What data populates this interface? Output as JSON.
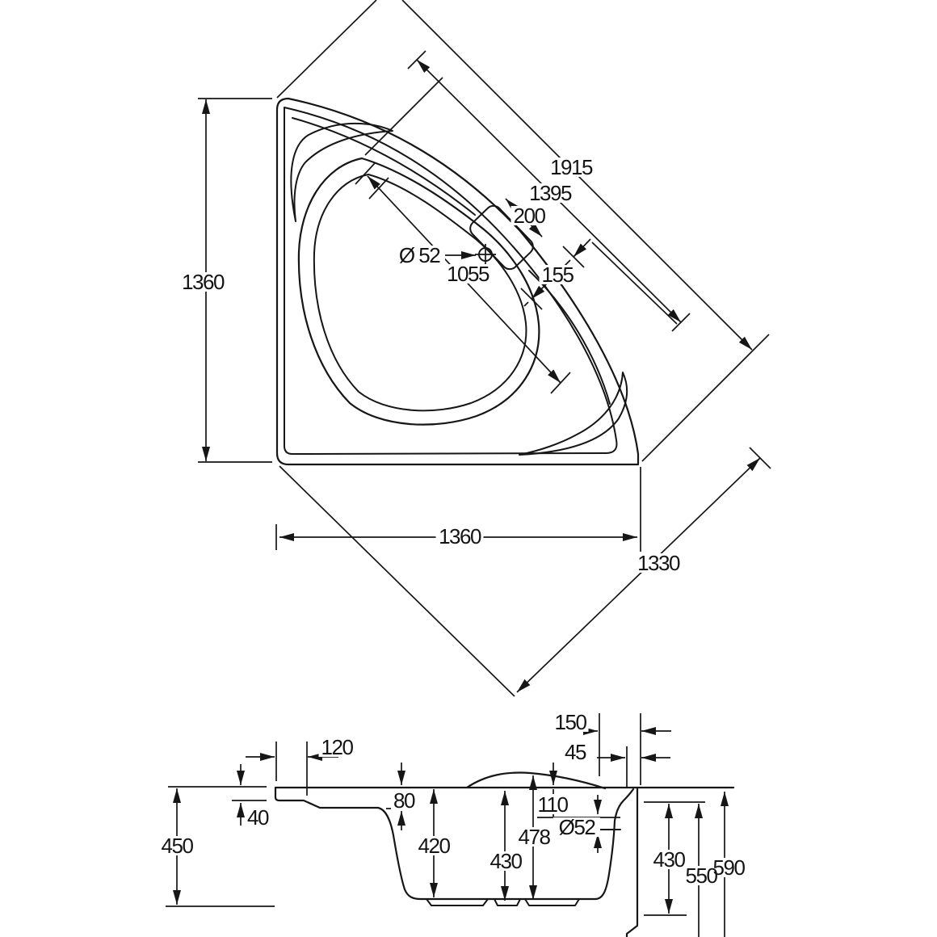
{
  "drawing": {
    "type": "technical-drawing",
    "subject": "corner bathtub, plan view and section view",
    "colors": {
      "background": "#ffffff",
      "line": "#161616"
    },
    "plan": {
      "side_left": "1360",
      "overall_diagonal": "1915",
      "rim_diagonal": "1395",
      "ledge_length": "200",
      "ledge_offset": "155",
      "drain": "Ø 52",
      "well_diagonal": "1055",
      "side_bottom": "1360",
      "front_diagonal": "1330"
    },
    "section": {
      "ledge_width": "120",
      "rim_edge_drop": "40",
      "apron_height": "450",
      "rim_to_seat": "80",
      "inner_depth": "420",
      "outer_depth": "430",
      "backrest_height": "478",
      "overflow_top": "110",
      "overflow_dia": "Ø52",
      "backrest_width": "150",
      "rim_lip": "45",
      "panel_drop": "430",
      "support_height": "550",
      "overall_height": "590"
    }
  }
}
